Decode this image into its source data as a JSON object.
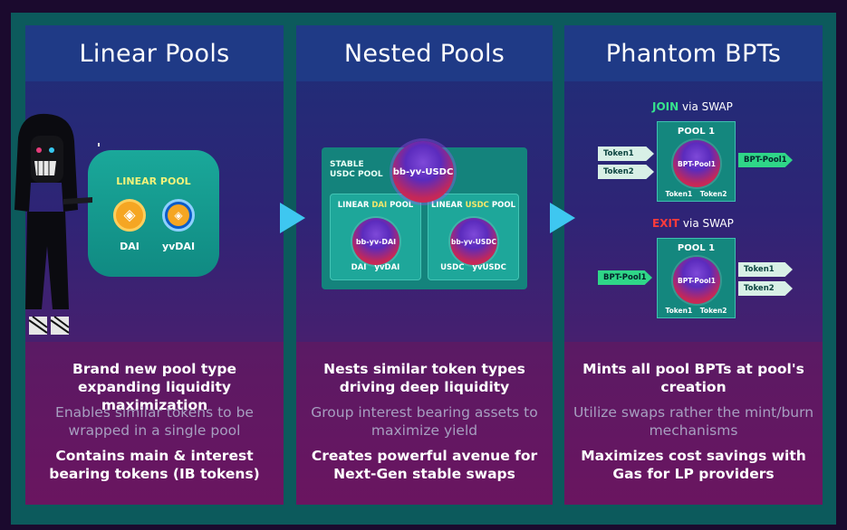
{
  "linear": {
    "title": "Linear Pools",
    "pool_title": "LINEAR POOL",
    "tokens": [
      "DAI",
      "yvDAI"
    ],
    "text1": "Brand new pool type expanding liquidity maximization",
    "text2": "Enables similar tokens to be wrapped in a single pool",
    "text3": "Contains main & interest bearing tokens (IB tokens)"
  },
  "nested": {
    "title": "Nested Pools",
    "stable_label_1": "STABLE",
    "stable_label_2": "USDC POOL",
    "top_ball": "bb-yv-USDC",
    "dai_pool": {
      "pre": "LINEAR ",
      "hl": "DAI",
      "post": " POOL",
      "ball": "bb-yv-DAI",
      "tokens": "DAI yvDAI"
    },
    "usdc_pool": {
      "pre": "LINEAR ",
      "hl": "USDC",
      "post": " POOL",
      "ball": "bb-yv-USDC",
      "tokens": "USDC yvUSDC"
    },
    "text1": "Nests similar token types driving deep liquidity",
    "text2": "Group interest bearing assets to maximize yield",
    "text3": "Creates powerful avenue for Next-Gen stable swaps"
  },
  "phantom": {
    "title": "Phantom BPTs",
    "join_word": "JOIN",
    "exit_word": "EXIT",
    "via": " via SWAP",
    "pool_title": "POOL 1",
    "ball": "BPT-Pool1",
    "pool_tokens": "Token1 Token2",
    "token1": "Token1",
    "token2": "Token2",
    "bpt": "BPT-Pool1",
    "text1": "Mints all pool BPTs at pool's creation",
    "text2": "Utilize swaps rather the mint/burn mechanisms",
    "text3": "Maximizes cost savings with Gas for LP providers"
  },
  "colors": {
    "arrow": "#3ec7f0",
    "join": "#36e38d",
    "exit": "#ff3b3b",
    "pool_teal": "#14877e"
  },
  "icons": [
    "dai-coin-icon",
    "yvdai-coin-icon",
    "play-arrow-icon",
    "skeleton-character-icon"
  ]
}
